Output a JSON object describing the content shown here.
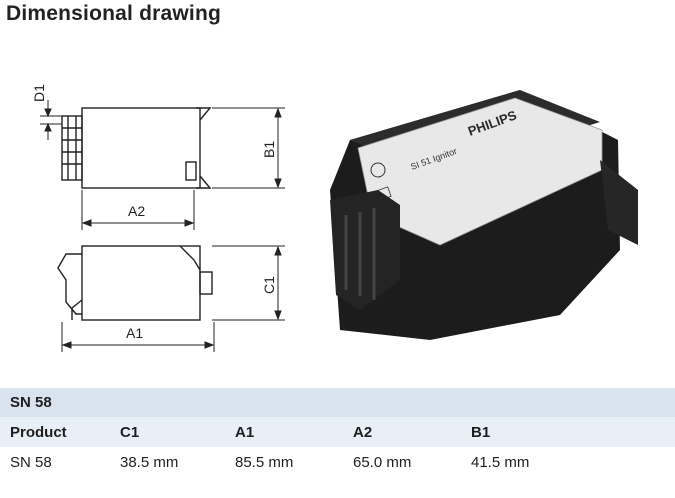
{
  "heading": "Dimensional drawing",
  "drawing": {
    "labels": {
      "D1": "D1",
      "B1": "B1",
      "A2": "A2",
      "C1": "C1",
      "A1": "A1"
    },
    "product_photo": {
      "brand": "PHILIPS",
      "model": "SI 51  Ignitor"
    }
  },
  "table": {
    "title": "SN 58",
    "headers": [
      "Product",
      "C1",
      "A1",
      "A2",
      "B1"
    ],
    "rows": [
      [
        "SN 58",
        "38.5 mm",
        "85.5 mm",
        "65.0 mm",
        "41.5 mm"
      ]
    ]
  }
}
